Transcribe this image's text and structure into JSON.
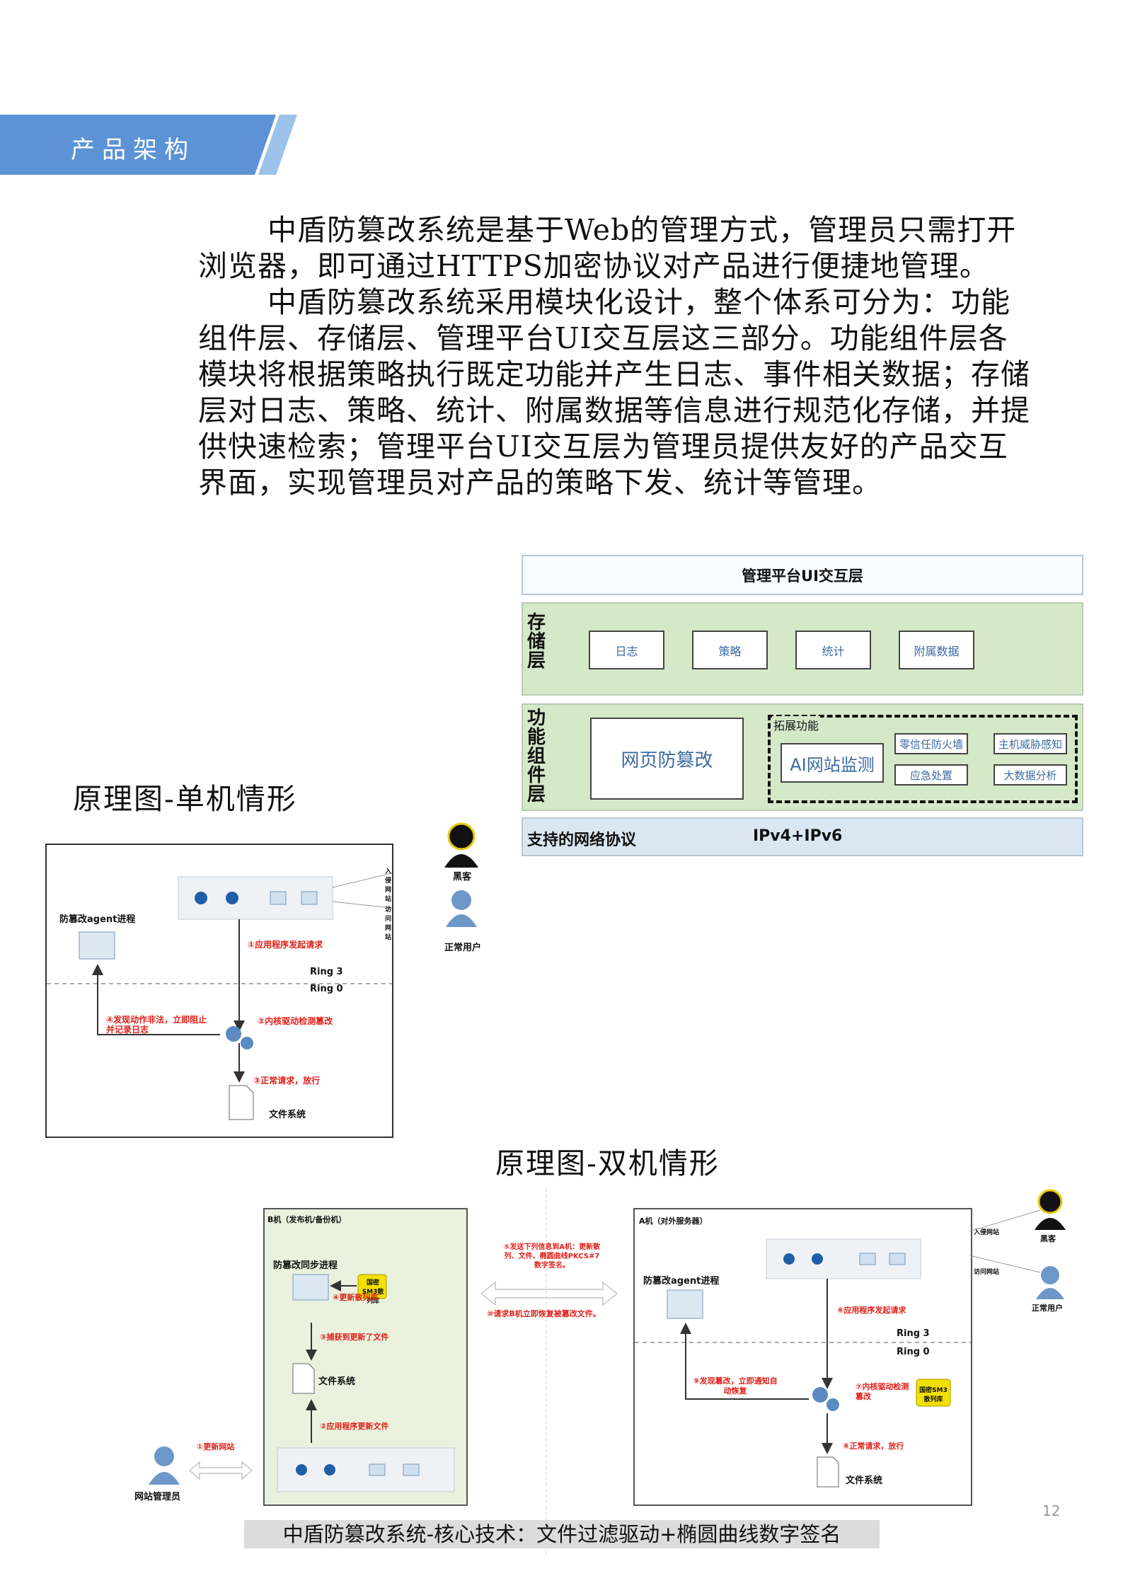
{
  "header": {
    "title": "产品架构"
  },
  "body": {
    "paragraph1": "中盾防篡改系统是基于Web的管理方式，管理员只需打开浏览器，即可通过HTTPS加密协议对产品进行便捷地管理。",
    "paragraph2": "中盾防篡改系统采用模块化设计，整个体系可分为：功能组件层、存储层、管理平台UI交互层这三部分。功能组件层各模块将根据策略执行既定功能并产生日志、事件相关数据；存储层对日志、策略、统计、附属数据等信息进行规范化存储，并提供快速检索；管理平台UI交互层为管理员提供友好的产品交互界面，实现管理员对产品的策略下发、统计等管理。"
  },
  "architecture": {
    "ui_layer": "管理平台UI交互层",
    "storage_layer": {
      "label": "存储层",
      "items": [
        "日志",
        "策略",
        "统计",
        "附属数据"
      ]
    },
    "function_layer": {
      "label": "功能组件层",
      "main": "网页防篡改",
      "extension_title": "拓展功能",
      "ai": "AI网站监测",
      "ext_items": [
        "零信任防火墙",
        "主机威胁感知",
        "应急处置",
        "大数据分析"
      ]
    },
    "network": {
      "label": "支持的网络协议",
      "value": "IPv4+IPv6"
    }
  },
  "diagram_single": {
    "caption": "原理图-单机情形",
    "agent": "防篡改agent进程",
    "hacker": "黑客",
    "user": "正常用户",
    "hacker_link": "入侵网站",
    "user_link": "访问网站",
    "step1": "①应用程序发起请求",
    "ring3": "Ring 3",
    "ring0": "Ring 0",
    "step2": "②内核驱动检测篡改",
    "step4": "④发现动作非法，立即阻止并记录日志",
    "step3": "③正常请求，放行",
    "fs": "文件系统"
  },
  "diagram_dual": {
    "caption": "原理图-双机情形",
    "b_title": "B机（发布机/备份机）",
    "b_sync": "防篡改同步进程",
    "b_sm3": "国密SM3散列库",
    "b_step4": "④更新散列库",
    "b_step3": "③捕获到更新了文件",
    "b_fs": "文件系统",
    "b_step2": "②应用程序更新文件",
    "admin": "网站管理员",
    "admin_step1": "①更新网站",
    "mid_step5": "⑤发送下列信息到A机：更新散列、文件、椭圆曲线PKCS#7数字签名。",
    "mid_step10": "⑩请求B机立即恢复被篡改文件。",
    "a_title": "A机（对外服务器）",
    "a_agent": "防篡改agent进程",
    "a_hacker": "黑客",
    "a_user": "正常用户",
    "a_hacker_link": "入侵网站",
    "a_user_link": "访问网站",
    "a_step6": "⑥应用程序发起请求",
    "ring3": "Ring 3",
    "ring0": "Ring 0",
    "a_step9": "⑨发现篡改，立即通知自动恢复",
    "a_step7": "⑦内核驱动检测篡改",
    "a_sm3": "国密SM3散列库",
    "a_step8": "⑧正常请求，放行",
    "a_fs": "文件系统"
  },
  "footer": {
    "caption": "中盾防篡改系统-核心技术：文件过滤驱动+椭圆曲线数字签名",
    "page": "12"
  }
}
